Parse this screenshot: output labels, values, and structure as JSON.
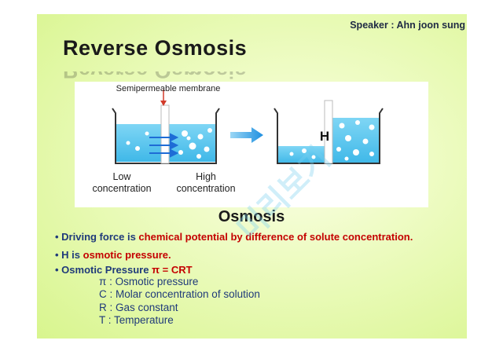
{
  "header": {
    "speaker": "Speaker : Ahn joon sung"
  },
  "slide": {
    "title": "Reverse Osmosis"
  },
  "diagram": {
    "membrane_label": "Semipermeable membrane",
    "low_label_1": "Low",
    "low_label_2": "concentration",
    "high_label_1": "High",
    "high_label_2": "concentration",
    "h_label": "H"
  },
  "section": {
    "heading": "Osmosis",
    "bullet1_prefix": "• Driving force is ",
    "bullet1_highlight": "chemical potential by difference of solute concentration.",
    "bullet2_prefix": "• H is ",
    "bullet2_highlight": "osmotic pressure.",
    "bullet3_prefix": "• Osmotic Pressure  ",
    "bullet3_highlight": "π = CRT",
    "defs": [
      "π : Osmotic pressure",
      "C : Molar concentration of solution",
      "R : Gas constant",
      "T : Temperature"
    ]
  },
  "watermark": "미리보기",
  "colors": {
    "water": "#5cc7ee",
    "arrow": "#1e6cd6",
    "highlight": "#c40000",
    "text_blue": "#1f3a7a"
  }
}
